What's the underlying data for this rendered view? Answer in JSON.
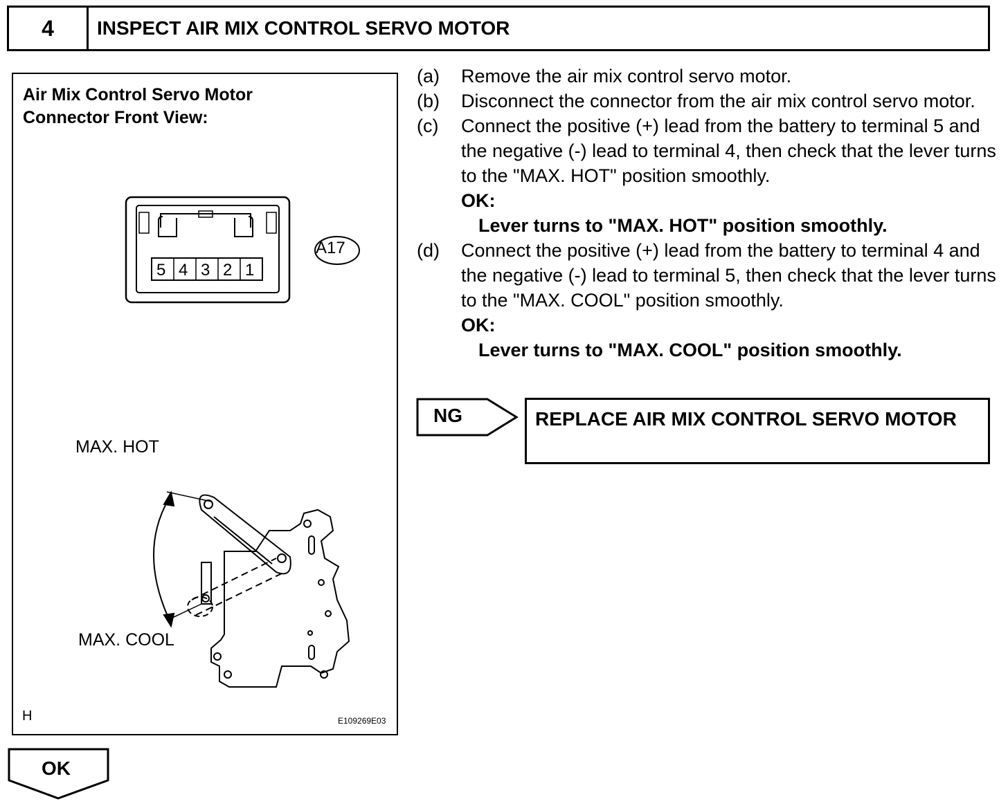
{
  "header": {
    "step_number": "4",
    "title": "INSPECT AIR MIX CONTROL SERVO MOTOR"
  },
  "figure": {
    "title_line1": "Air Mix Control Servo Motor",
    "title_line2": "Connector Front View:",
    "connector_code": "A17",
    "pins": [
      "5",
      "4",
      "3",
      "2",
      "1"
    ],
    "label_max_hot": "MAX. HOT",
    "label_max_cool": "MAX. COOL",
    "corner_mark": "H",
    "figure_id": "E109269E03"
  },
  "steps": [
    {
      "label": "(a)",
      "text": "Remove the air mix control servo motor."
    },
    {
      "label": "(b)",
      "text": "Disconnect the connector from the air mix control servo motor."
    },
    {
      "label": "(c)",
      "text": "Connect the positive (+) lead from the battery to terminal 5 and the negative (-) lead to terminal 4, then check that the lever turns to the \"MAX. HOT\" position smoothly.",
      "ok_label": "OK:",
      "ok_result": "Lever turns to \"MAX. HOT\" position smoothly."
    },
    {
      "label": "(d)",
      "text": "Connect the positive (+) lead from the battery to terminal 4 and the negative (-) lead to terminal 5, then check that the lever turns to the \"MAX. COOL\" position smoothly.",
      "ok_label": "OK:",
      "ok_result": "Lever turns to \"MAX. COOL\" position smoothly."
    }
  ],
  "ng": {
    "label": "NG",
    "action": "REPLACE AIR MIX CONTROL SERVO MOTOR"
  },
  "ok_flow": {
    "label": "OK"
  }
}
